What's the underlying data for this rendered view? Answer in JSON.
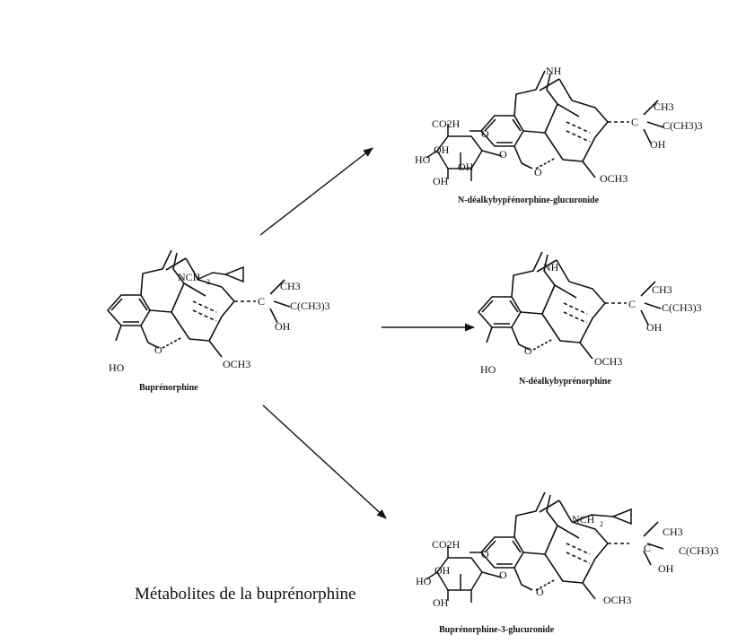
{
  "title": "Métabolites de la buprénorphine",
  "molecules": {
    "buprenorphine": {
      "name": "Buprénorphine",
      "groups": {
        "n_substituent": "NCH",
        "n_substituent_sub": "2",
        "hydroxyl": "HO",
        "methyl": "CH3",
        "carbon": "C",
        "tbutyl": "C(CH3)3",
        "oh": "OH",
        "ring_o": "O",
        "methoxy": "OCH3"
      }
    },
    "n_dealkyl_glucuronide": {
      "name": "N-déalkybypřénorphine-glucuronide",
      "groups": {
        "amine": "NH",
        "carboxyl": "CO2H",
        "ring_o": "O",
        "link_o": "O",
        "hydroxyl_1": "HO",
        "hydroxyl_2": "OH",
        "hydroxyl_3": "OH",
        "hydroxyl_4": "OH",
        "methyl": "CH3",
        "carbon": "C",
        "tbutyl": "C(CH3)3",
        "oh": "OH",
        "bridge_o": "O",
        "methoxy": "OCH3"
      }
    },
    "n_dealkyl": {
      "name": "N-déalkybyprénorphine",
      "groups": {
        "amine": "NH",
        "hydroxyl": "HO",
        "methyl": "CH3",
        "carbon": "C",
        "tbutyl": "C(CH3)3",
        "oh": "OH",
        "ring_o": "O",
        "methoxy": "OCH3"
      }
    },
    "bup_3_glucuronide": {
      "name": "Buprénorphine-3-glucuronide",
      "groups": {
        "n_substituent": "NCH",
        "n_substituent_sub": "2",
        "carboxyl": "CO2H",
        "ring_o": "O",
        "link_o": "O",
        "hydroxyl_1": "HO",
        "hydroxyl_2": "OH",
        "hydroxyl_3": "OH",
        "methyl": "CH3",
        "carbon": "C",
        "tbutyl": "C(CH3)3",
        "oh": "OH",
        "bridge_o": "O",
        "methoxy": "OCH3"
      }
    }
  }
}
